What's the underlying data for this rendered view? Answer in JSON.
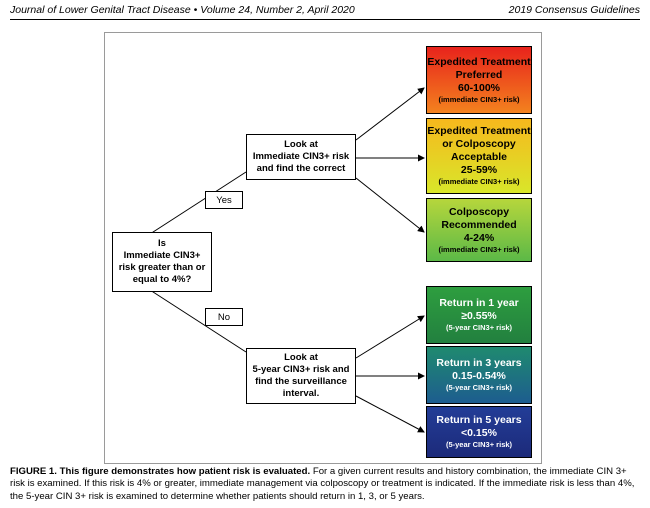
{
  "header": {
    "journal": "Journal of Lower Genital Tract Disease",
    "bullet": "•",
    "issue": "Volume 24, Number 2, April 2020",
    "section": "2019 Consensus Guidelines"
  },
  "nodes": {
    "start": {
      "lines": [
        "Is",
        "Immediate CIN3+",
        "risk greater than or",
        "equal to 4%?"
      ]
    },
    "immediate": {
      "lines": [
        "Look at",
        "Immediate CIN3+ risk",
        "and find the correct"
      ]
    },
    "fiveyear": {
      "lines": [
        "Look at",
        "5-year CIN3+ risk and",
        "find the surveillance",
        "interval."
      ]
    }
  },
  "branches": {
    "yes": "Yes",
    "no": "No"
  },
  "outcomes": [
    {
      "title": [
        "Expedited Treatment",
        "Preferred"
      ],
      "range": "60-100%",
      "sub": "(immediate CIN3+ risk)",
      "color": "#e8231c"
    },
    {
      "title": [
        "Expedited Treatment",
        "or Colposcopy",
        "Acceptable"
      ],
      "range": "25-59%",
      "sub": "(immediate CIN3+ risk)",
      "color": "#f6b81d"
    },
    {
      "title": [
        "Colposcopy",
        "Recommended"
      ],
      "range": "4-24%",
      "sub": "(immediate CIN3+ risk)",
      "color": "#8cc63f"
    },
    {
      "title": [
        "Return in 1 year"
      ],
      "range": "≥0.55%",
      "sub": "(5-year CIN3+ risk)",
      "color": "#2e9e3f"
    },
    {
      "title": [
        "Return in 3 years"
      ],
      "range": "0.15-0.54%",
      "sub": "(5-year CIN3+ risk)",
      "color": "#1f7a7f"
    },
    {
      "title": [
        "Return in 5 years"
      ],
      "range": "<0.15%",
      "sub": "(5-year CIN3+ risk)",
      "color": "#233d97"
    }
  ],
  "caption": {
    "label": "FIGURE 1.",
    "bold": "This figure demonstrates how patient risk is evaluated.",
    "text": "For a given current results and history combination, the immediate CIN 3+ risk is examined. If this risk is 4% or greater, immediate management via colposcopy or treatment is indicated. If the immediate risk is less than 4%, the 5-year CIN 3+ risk is examined to determine whether patients should return in 1, 3, or 5 years."
  }
}
